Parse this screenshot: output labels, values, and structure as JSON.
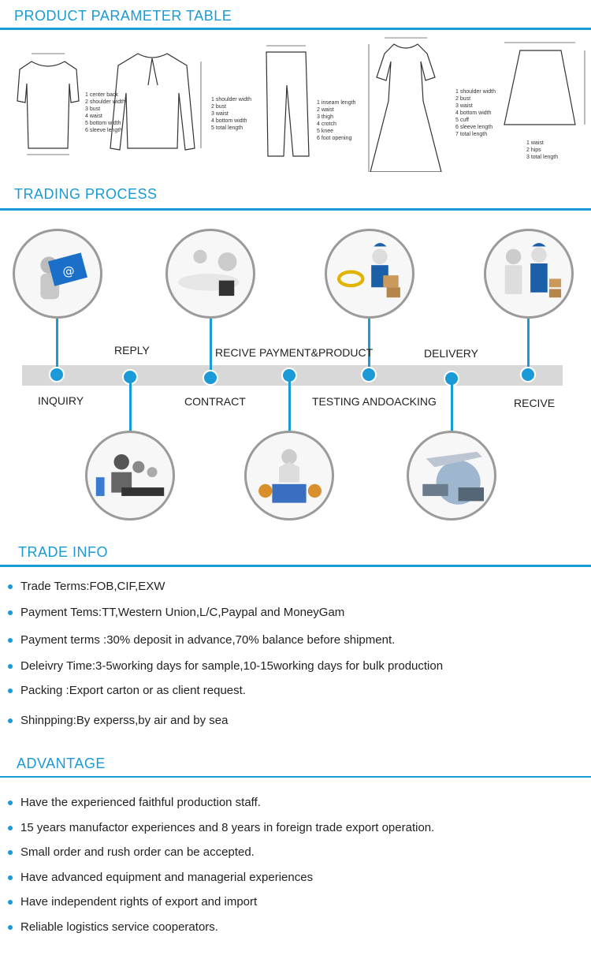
{
  "sections": {
    "param_title": "PRODUCT PARAMETER TABLE",
    "process_title": "TRADING PROCESS",
    "trade_title": "TRADE INFO",
    "advantage_title": "ADVANTAGE"
  },
  "garments": {
    "shirt_legend": [
      "center back",
      "shoulder width",
      "bust",
      "waist",
      "bottom width",
      "sleeve length"
    ],
    "blouse_legend": [
      "shoulder width",
      "bust",
      "waist",
      "bottom width",
      "total length"
    ],
    "pants_legend": [
      "inseam length",
      "waist",
      "thigh",
      "crotch",
      "knee",
      "foot opening"
    ],
    "dress_legend": [
      "shoulder width",
      "bust",
      "waist",
      "bottom width",
      "cuff",
      "sleeve length",
      "total length"
    ],
    "skirt_legend": [
      "waist",
      "hips",
      "total length"
    ]
  },
  "process": {
    "steps": [
      "INQUIRY",
      "REPLY",
      "CONTRACT",
      "RECIVE PAYMENT&PRODUCT",
      "TESTING ANDOACKING",
      "DELIVERY",
      "RECIVE"
    ],
    "icons": [
      "email-icon",
      "support-icon",
      "meeting-icon",
      "payment-icon",
      "testing-icon",
      "logistics-icon",
      "handover-icon"
    ]
  },
  "trade_info": [
    "Trade Terms:FOB,CIF,EXW",
    "Payment Tems:TT,Western Union,L/C,Paypal and MoneyGam",
    "Payment terms :30% deposit in advance,70% balance before shipment.",
    "Deleivry Time:3-5working days for sample,10-15working days for bulk production",
    "Packing :Export carton or as client request.",
    "Shinpping:By experss,by air and by sea"
  ],
  "advantage": [
    "Have the experienced faithful production staff.",
    "15 years manufactor experiences and 8 years in foreign trade export operation.",
    "Small order and rush order can be accepted.",
    "Have advanced equipment and managerial experiences",
    "Have independent rights of export and import",
    "Reliable logistics service cooperators."
  ],
  "colors": {
    "accent": "#1a9ad6",
    "bar": "#d8d8d8"
  }
}
